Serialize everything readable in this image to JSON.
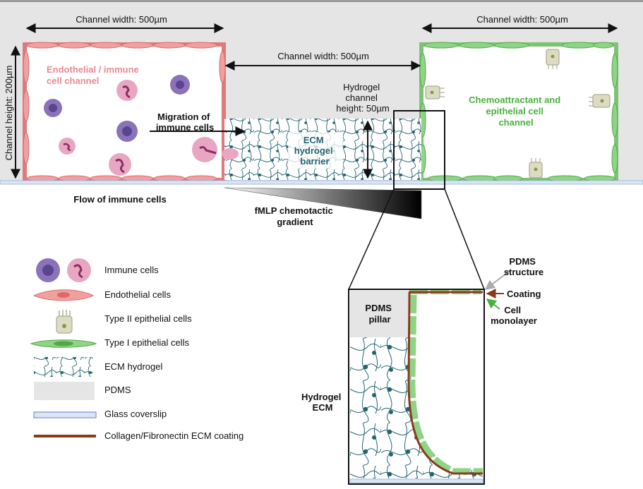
{
  "labels": {
    "channel_width_left": "Channel width: 500µm",
    "channel_width_middle": "Channel width: 500µm",
    "channel_width_right": "Channel width: 500µm",
    "channel_height": "Channel height: 200µm",
    "endothelial_channel": [
      "Endothelial / immune",
      "cell channel"
    ],
    "epithelial_channel": [
      "Chemoattractant and",
      "epithelial cell",
      "channel"
    ],
    "hydrogel_height": [
      "Hydrogel",
      "channel",
      "height: 50µm"
    ],
    "migration": [
      "Migration of",
      "immune cells"
    ],
    "ecm_barrier": [
      "ECM",
      "hydrogel",
      "barrier"
    ],
    "flow": "Flow of immune cells",
    "gradient": [
      "fMLP chemotactic",
      "gradient"
    ],
    "pdms_pillar": [
      "PDMS",
      "pillar"
    ],
    "pdms_structure": [
      "PDMS",
      "structure"
    ],
    "coating": "Coating",
    "cell_monolayer": [
      "Cell",
      "monolayer"
    ],
    "hydrogel_ecm": [
      "Hydrogel",
      "ECM"
    ]
  },
  "legend": [
    {
      "icon": "immune-cells-icon",
      "label": "Immune cells"
    },
    {
      "icon": "endothelial-cell-icon",
      "label": "Endothelial cells"
    },
    {
      "icon": "type2-epithelial-cell-icon",
      "label": "Type II epithelial cells"
    },
    {
      "icon": "type1-epithelial-cell-icon",
      "label": "Type I epithelial cells"
    },
    {
      "icon": "ecm-hydrogel-icon",
      "label": "ECM hydrogel"
    },
    {
      "icon": "pdms-icon",
      "label": "PDMS"
    },
    {
      "icon": "glass-coverslip-icon",
      "label": "Glass coverslip"
    },
    {
      "icon": "ecm-coating-icon",
      "label": "Collagen/Fibronectin ECM coating"
    }
  ],
  "colors": {
    "pdms": "#e5e5e5",
    "endothelial": "#e07a7a",
    "endothelial_text": "#e88a94",
    "epithelial_green": "#7cc474",
    "epithelial_text": "#49b03c",
    "hydrogel": "#23646f",
    "coating": "#8b3a1a",
    "glass": "#b8cde8",
    "immune_purple": "#8a73b8",
    "immune_pink": "#e9a6c2"
  }
}
